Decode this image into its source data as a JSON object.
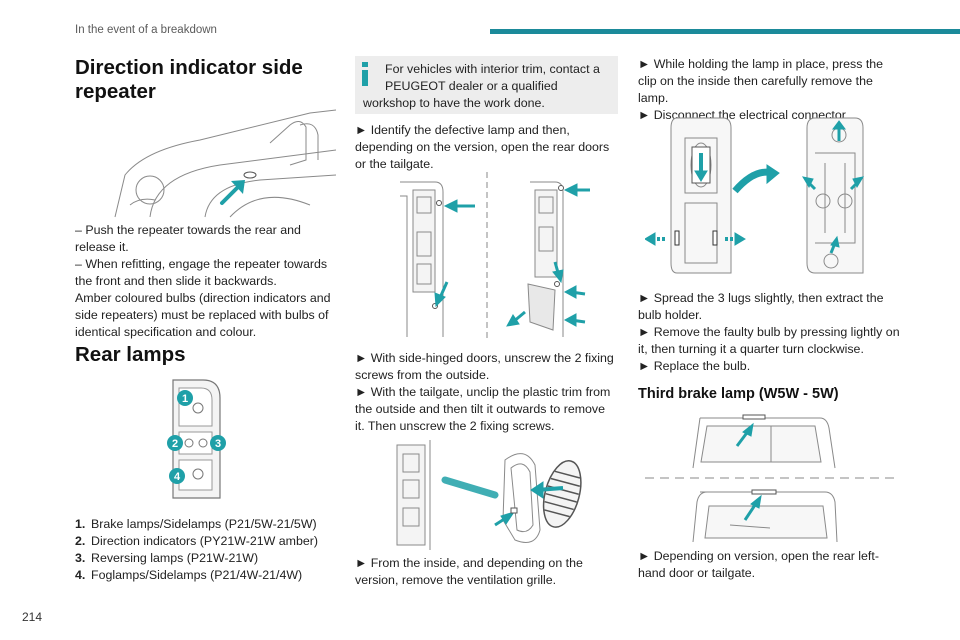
{
  "header": {
    "section": "In the event of a breakdown",
    "accent_color": "#1b8a9a"
  },
  "page_number": "214",
  "col1": {
    "title": "Direction indicator side repeater",
    "push_text": "– Push the repeater towards the rear and release it.",
    "refit_text": "– When refitting, engage the repeater towards the front and then slide it backwards.",
    "amber_text": "Amber coloured bulbs (direction indicators and side repeaters) must be replaced with bulbs of identical specification and colour.",
    "rear_title": "Rear lamps",
    "lamp_labels": [
      "1",
      "2",
      "3",
      "4"
    ],
    "bulbs": [
      {
        "num": "1.",
        "text": "Brake lamps/Sidelamps (P21/5W-21/5W)"
      },
      {
        "num": "2.",
        "text": "Direction indicators (PY21W-21W amber)"
      },
      {
        "num": "3.",
        "text": "Reversing lamps (P21W-21W)"
      },
      {
        "num": "4.",
        "text": "Foglamps/Sidelamps (P21/4W-21/4W)"
      }
    ]
  },
  "col2": {
    "info_line1": "For vehicles with interior trim, contact a",
    "info_line2": "PEUGEOT dealer or a qualified",
    "info_line3": "workshop to have the work done.",
    "identify_text": "► Identify the defective lamp and then, depending on the version, open the rear doors or the tailgate.",
    "side_hinged_text": "► With side-hinged doors, unscrew the 2 fixing screws from the outside.",
    "tailgate_text": "► With the tailgate, unclip the plastic trim from the outside and then tilt it outwards to remove it. Then unscrew the 2 fixing screws.",
    "inside_text": "► From the inside, and depending on the version, remove the ventilation grille."
  },
  "col3": {
    "hold_text": "► While holding the lamp in place, press the clip on the inside then carefully remove the lamp.",
    "disconnect_text": "► Disconnect the electrical connector.",
    "spread_text": "► Spread the 3 lugs slightly, then extract the bulb holder.",
    "remove_text": "► Remove the faulty bulb by pressing lightly on it, then turning it a quarter turn clockwise.",
    "replace_text": "► Replace the bulb.",
    "third_title": "Third brake lamp (W5W - 5W)",
    "open_text": "► Depending on version, open the rear left-hand door or tailgate."
  },
  "colors": {
    "teal": "#1fa0a8",
    "line": "#8a8a8a",
    "panel": "#f0f0f0"
  }
}
